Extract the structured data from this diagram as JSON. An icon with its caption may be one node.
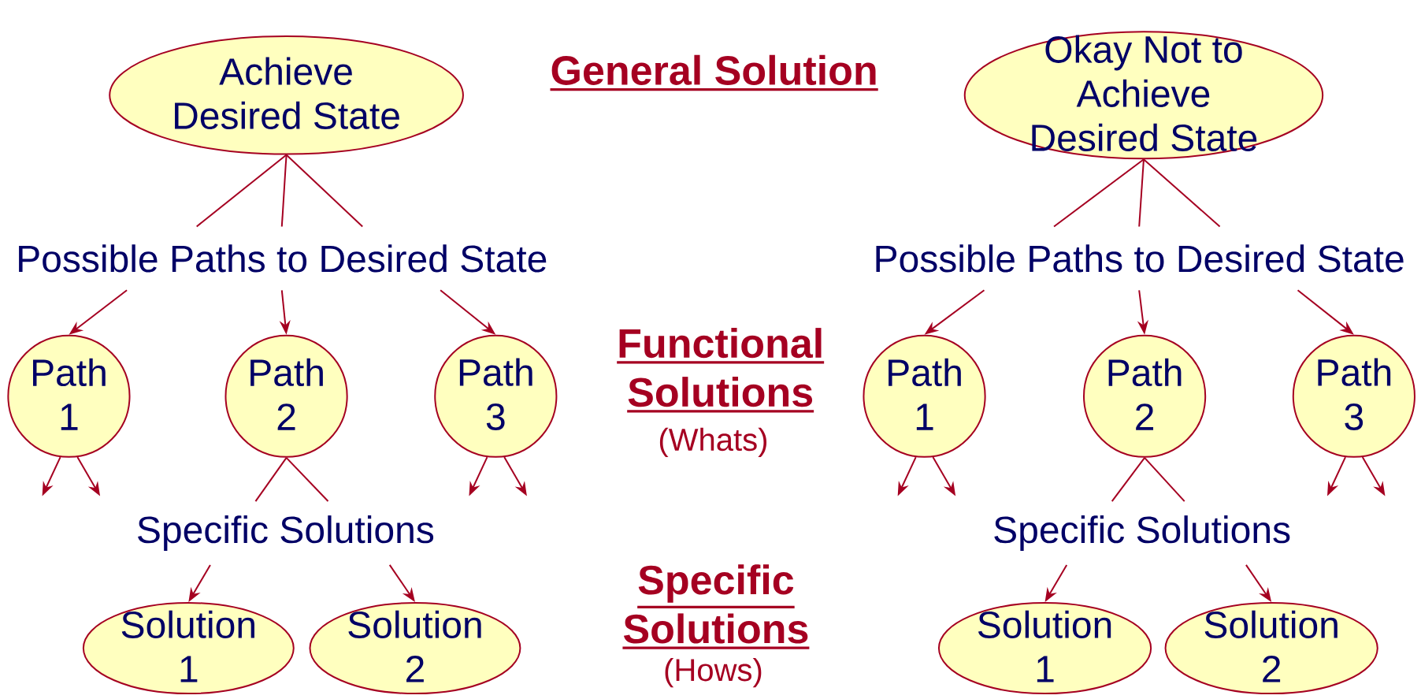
{
  "diagram": {
    "nodes": [
      {
        "text": [
          "Achieve Desired State"
        ]
      },
      {
        "text": [
          "Possible Paths to Desired State"
        ]
      },
      {
        "text": [
          "Path 1"
        ]
      },
      {
        "text": [
          "Path 2"
        ]
      },
      {
        "text": [
          "Path 3"
        ]
      },
      {
        "text": [
          "Specific Solutions"
        ]
      },
      {
        "text": [
          "Solution 1"
        ]
      },
      {
        "text": [
          "Solution 2"
        ]
      },
      {
        "text": [
          "Okay Not to Achieve Desired State"
        ]
      },
      {
        "text": [
          "Possible Paths to Desired State"
        ]
      },
      {
        "text": [
          "Path 1"
        ]
      },
      {
        "text": [
          "Path 2"
        ]
      },
      {
        "text": [
          "Path 3"
        ]
      },
      {
        "text": [
          "Specific Solutions"
        ]
      },
      {
        "text": [
          "Solution 1"
        ]
      },
      {
        "text": [
          "Solution 2"
        ]
      }
    ],
    "edges": [
      {
        "from": 0,
        "to": 1,
        "arrow": "none"
      },
      {
        "from": 0,
        "to": 1,
        "arrow": "none"
      },
      {
        "from": 0,
        "to": 1,
        "arrow": "none"
      },
      {
        "from": 1,
        "to": 2,
        "arrow": "to"
      },
      {
        "from": 1,
        "to": 3,
        "arrow": "to"
      },
      {
        "from": 1,
        "to": 4,
        "arrow": "to"
      },
      {
        "from": 2,
        "to": null,
        "arrow": "to"
      },
      {
        "from": 2,
        "to": null,
        "arrow": "to"
      },
      {
        "from": 3,
        "to": 5,
        "arrow": "none"
      },
      {
        "from": 3,
        "to": 5,
        "arrow": "none"
      },
      {
        "from": 4,
        "to": null,
        "arrow": "to"
      },
      {
        "from": 4,
        "to": null,
        "arrow": "to"
      },
      {
        "from": 5,
        "to": 6,
        "arrow": "to"
      },
      {
        "from": 5,
        "to": 7,
        "arrow": "to"
      },
      {
        "from": 8,
        "to": 9,
        "arrow": "none"
      },
      {
        "from": 8,
        "to": 9,
        "arrow": "none"
      },
      {
        "from": 8,
        "to": 9,
        "arrow": "none"
      },
      {
        "from": 9,
        "to": 10,
        "arrow": "to"
      },
      {
        "from": 9,
        "to": 11,
        "arrow": "to"
      },
      {
        "from": 9,
        "to": 12,
        "arrow": "to"
      },
      {
        "from": 10,
        "to": null,
        "arrow": "to"
      },
      {
        "from": 10,
        "to": null,
        "arrow": "to"
      },
      {
        "from": 11,
        "to": 13,
        "arrow": "none"
      },
      {
        "from": 11,
        "to": 13,
        "arrow": "none"
      },
      {
        "from": 12,
        "to": null,
        "arrow": "to"
      },
      {
        "from": 12,
        "to": null,
        "arrow": "to"
      },
      {
        "from": 13,
        "to": 14,
        "arrow": "to"
      },
      {
        "from": 13,
        "to": 15,
        "arrow": "to"
      }
    ],
    "labels": [
      "General Solution",
      "Functional Solutions",
      "(Whats)",
      "Specific Solutions",
      "(Hows)"
    ]
  }
}
